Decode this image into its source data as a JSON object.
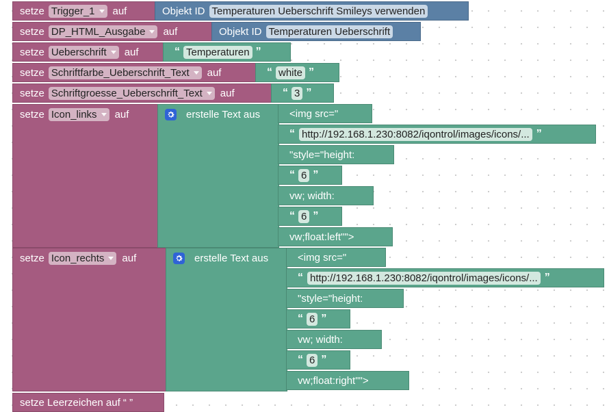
{
  "blocks": {
    "setze": "setze",
    "auf": "auf",
    "objekt_id": "Objekt ID",
    "erstelle_text_aus": "erstelle Text aus",
    "open_quote": "“",
    "close_quote": "”"
  },
  "rows": [
    {
      "var": "Trigger_1",
      "object_id": "Temperaturen Ueberschrift Smileys verwenden"
    },
    {
      "var": "DP_HTML_Ausgabe",
      "object_id": "Temperaturen Ueberschrift"
    },
    {
      "var": "Ueberschrift",
      "text": "Temperaturen"
    },
    {
      "var": "Schriftfarbe_Ueberschrift_Text",
      "text": "white"
    },
    {
      "var": "Schriftgroesse_Ueberschrift_Text",
      "text": "3"
    }
  ],
  "icon_links": {
    "var": "Icon_links",
    "items": [
      " <img src=\" ",
      "http://192.168.1.230:8082/iqontrol/images/icons/...",
      " \"style=\"height:  ",
      "6",
      " vw; width:  ",
      "6",
      " vw;float:left\"\"> "
    ]
  },
  "icon_rechts": {
    "var": "Icon_rechts",
    "items": [
      " <img src=\" ",
      "http://192.168.1.230:8082/iqontrol/images/icons/...",
      " \"style=\"height:  ",
      "6",
      " vw; width:  ",
      "6",
      " vw;float:right\"\"> "
    ]
  },
  "last_row": {
    "text": "setze Leerzeichen auf “  ”"
  },
  "colors": {
    "variable": "#a55b80",
    "text": "#5ba58c",
    "object": "#5b80a5",
    "gear": "#2f63d6"
  }
}
